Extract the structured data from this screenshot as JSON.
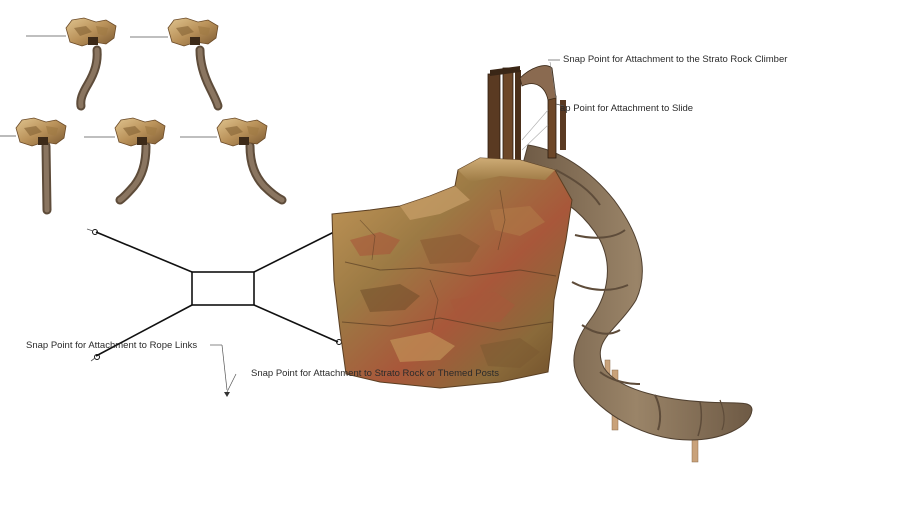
{
  "annotations": {
    "strato_rock_climber": "Snap Point for Attachment to the Strato Rock Climber",
    "slide": "ap Point for Attachment to Slide",
    "rope_links": "Snap Point for Attachment to Rope  Links",
    "themed_posts": "Snap Point for Attachment to Strato Rock or Themed Posts"
  },
  "colors": {
    "background": "#ffffff",
    "rock_base": "#9c7a44",
    "rock_dark": "#6b4a27",
    "rock_highlight": "#c79a5b",
    "rock_red": "#a8573a",
    "slide_body": "#86715a",
    "slide_dark": "#5e4c3a",
    "tower_wood": "#5a3a22",
    "post": "#c9a27a",
    "rope": "#111111",
    "leader_line": "#555555"
  },
  "components": {
    "rock_slide_variants": [
      "rock-slide-variant-1",
      "rock-slide-variant-2",
      "rock-slide-variant-3",
      "rock-slide-variant-4",
      "rock-slide-variant-5"
    ],
    "rope_net": "rope-net",
    "rock_climber": "strato-rock-climber",
    "tower": "tower-frame",
    "spiral_slide": "spiral-slide"
  }
}
